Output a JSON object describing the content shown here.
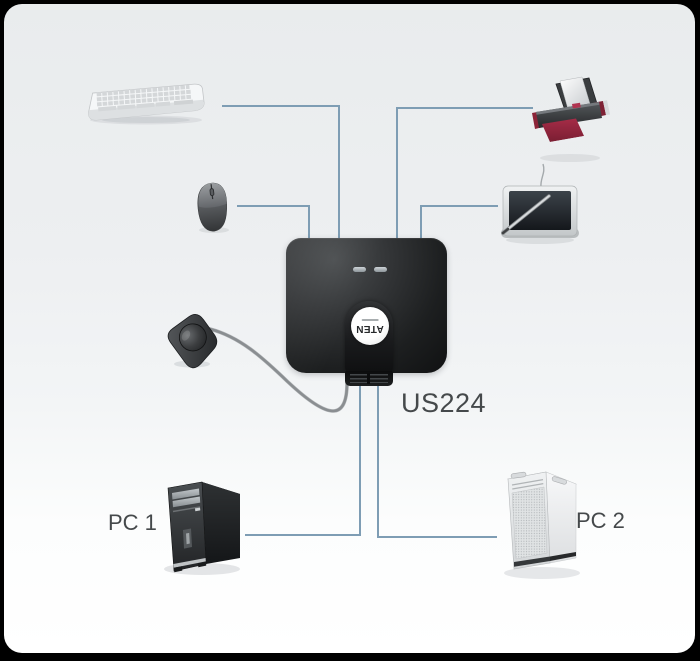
{
  "colors": {
    "frame": "#000000",
    "background_top": "#e9eced",
    "background_bottom": "#ffffff",
    "connection_line": "#7e9db4",
    "label_text": "#45494b",
    "switch_body": "#1d1f20",
    "printer_accent": "#8c2439"
  },
  "diagram": {
    "switch": {
      "id": "us224",
      "model_label": "US224",
      "brand_logo": "ATEN",
      "led_count": 2
    },
    "computers": [
      {
        "id": "pc1",
        "label": "PC 1"
      },
      {
        "id": "pc2",
        "label": "PC 2"
      }
    ],
    "peripherals": [
      {
        "id": "keyboard",
        "icon": "keyboard-icon"
      },
      {
        "id": "mouse",
        "icon": "mouse-icon"
      },
      {
        "id": "printer",
        "icon": "printer-icon"
      },
      {
        "id": "graphics-tablet",
        "icon": "graphics-tablet-icon"
      },
      {
        "id": "remote-port-selector",
        "icon": "remote-button-icon"
      }
    ],
    "edges": [
      {
        "from": "keyboard",
        "to": "us224",
        "style": "line"
      },
      {
        "from": "mouse",
        "to": "us224",
        "style": "line"
      },
      {
        "from": "printer",
        "to": "us224",
        "style": "line"
      },
      {
        "from": "graphics-tablet",
        "to": "us224",
        "style": "line"
      },
      {
        "from": "remote-port-selector",
        "to": "us224",
        "style": "cable"
      },
      {
        "from": "us224",
        "to": "pc1",
        "style": "line"
      },
      {
        "from": "us224",
        "to": "pc2",
        "style": "line"
      }
    ]
  }
}
